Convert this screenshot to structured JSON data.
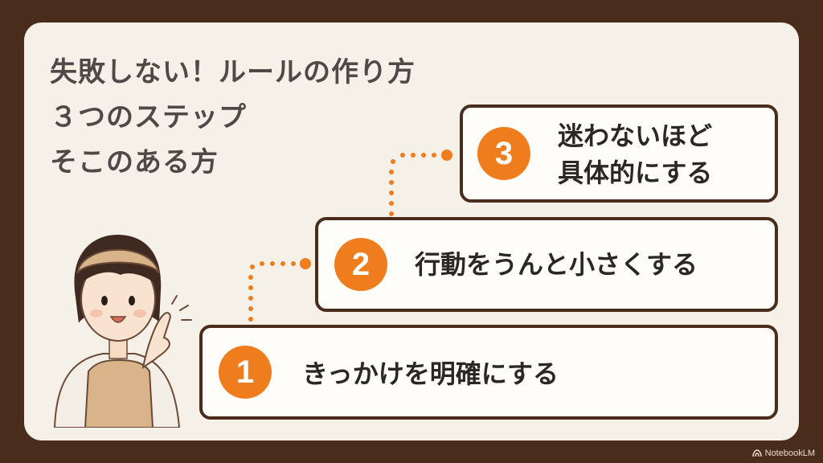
{
  "title": {
    "line1": "失敗しない！ルールの作り方",
    "line2": "３つのステップ",
    "line3": "そこのある方"
  },
  "steps": [
    {
      "number": "1",
      "text": "きっかけを明確にする"
    },
    {
      "number": "2",
      "text": "行動をうんと小さくする"
    },
    {
      "number": "3",
      "line1": "迷わないほど",
      "line2": "具体的にする"
    }
  ],
  "footer": {
    "brand": "NotebookLM",
    "icon": "notebooklm-logo-icon"
  },
  "colors": {
    "frame": "#4a2c1c",
    "card": "#f6f1e8",
    "accent": "#ef7d1e",
    "title": "#4d4a47"
  }
}
